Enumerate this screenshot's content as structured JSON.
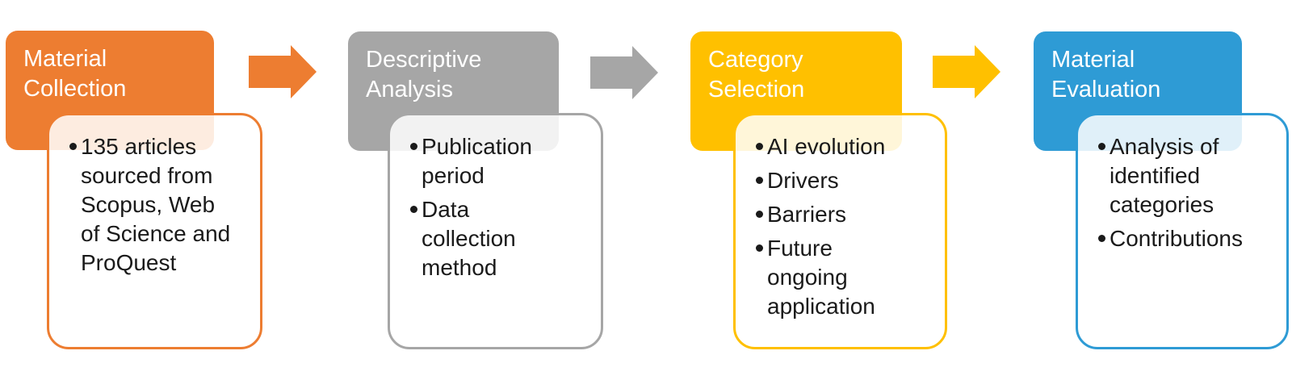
{
  "diagram": {
    "type": "process-flow",
    "background_color": "#FFFFFF",
    "body_text_color": "#1A1A1A",
    "header_text_color": "#FFFFFF",
    "stages": [
      {
        "title": "Material\nCollection",
        "accent": "#ED7D31",
        "items": [
          "135 articles\nsourced from\nScopus, Web\nof Science and\nProQuest"
        ]
      },
      {
        "title": "Descriptive\nAnalysis",
        "accent": "#A6A6A6",
        "items": [
          "Publication\nperiod",
          "Data\ncollection\nmethod"
        ]
      },
      {
        "title": "Category\nSelection",
        "accent": "#FFC000",
        "items": [
          "AI evolution",
          "Drivers",
          "Barriers",
          "Future\nongoing\napplication"
        ]
      },
      {
        "title": "Material\nEvaluation",
        "accent": "#2E9BD5",
        "items": [
          "Analysis of\nidentified\ncategories",
          "Contributions"
        ]
      }
    ],
    "arrows": [
      {
        "direction": "right",
        "color": "#ED7D31"
      },
      {
        "direction": "right",
        "color": "#A6A6A6"
      },
      {
        "direction": "right",
        "color": "#FFC000"
      }
    ]
  }
}
